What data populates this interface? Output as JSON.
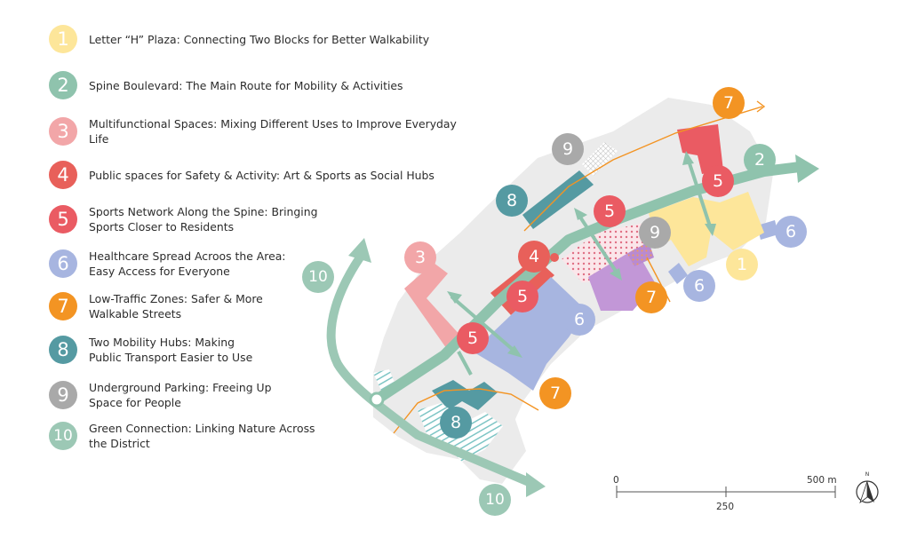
{
  "legend": {
    "items": [
      {
        "number": "1",
        "color": "#fde69a",
        "lines": [
          "Letter “H” Plaza: Connecting Two Blocks for Better Walkability"
        ]
      },
      {
        "number": "2",
        "color": "#8fc3ad",
        "lines": [
          "Spine Boulevard: The Main Route for Mobility & Activities"
        ]
      },
      {
        "number": "3",
        "color": "#f2a6a8",
        "lines": [
          "Multifunctional Spaces: Mixing Different Uses to Improve Everyday Life"
        ]
      },
      {
        "number": "4",
        "color": "#e8605a",
        "lines": [
          "Public spaces for Safety & Activity: Art & Sports as Social Hubs"
        ]
      },
      {
        "number": "5",
        "color": "#ea5b63",
        "lines": [
          "Sports Network Along the Spine: Bringing",
          "Sports Closer to Residents"
        ]
      },
      {
        "number": "6",
        "color": "#a7b5e0",
        "lines": [
          "Healthcare Spread Acroos the Area:",
          "Easy Access for Everyone"
        ]
      },
      {
        "number": "7",
        "color": "#f39423",
        "lines": [
          "Low-Traffic Zones: Safer & More",
          "Walkable Streets"
        ]
      },
      {
        "number": "8",
        "color": "#559aa2",
        "lines": [
          "Two Mobility Hubs: Making",
          "Public Transport Easier to Use"
        ]
      },
      {
        "number": "9",
        "color": "#a9a9a9",
        "lines": [
          "Underground Parking: Freeing Up",
          "Space for People"
        ]
      },
      {
        "number": "10",
        "color": "#9cc8b5",
        "lines": [
          "Green Connection: Linking Nature Across",
          "the District"
        ]
      }
    ]
  },
  "scale_bar": {
    "tick_start": "0",
    "tick_mid": "250",
    "tick_end": "500 m"
  },
  "north_arrow": {
    "label": "N"
  }
}
